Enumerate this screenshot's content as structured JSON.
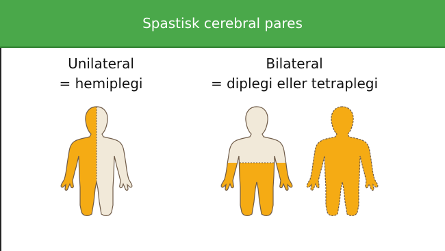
{
  "slide": {
    "title": "Spastisk cerebral pares",
    "unilateral": {
      "line1": "Unilateral",
      "line2": "= hemiplegi"
    },
    "bilateral": {
      "line1": "Bilateral",
      "line2": "= diplegi eller tetraplegi"
    }
  },
  "colors": {
    "header_green": "#4aa84a",
    "affected_orange": "#f5ab14",
    "unaffected_beige": "#f1e9d9",
    "outline": "#6f5b48"
  },
  "figures": [
    {
      "name": "hemiplegia-figure",
      "affected": "one side of body"
    },
    {
      "name": "diplegia-figure",
      "affected": "legs"
    },
    {
      "name": "tetraplegia-figure",
      "affected": "whole body"
    }
  ]
}
